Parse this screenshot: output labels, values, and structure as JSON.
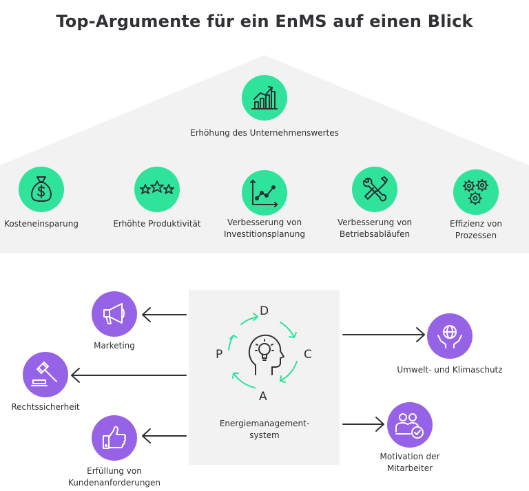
{
  "title": "Top-Argumente für ein EnMS auf einen Blick",
  "roof": {
    "label": "Erhöhung des Unternehmenswertes",
    "icon": "growth-chart-icon",
    "color": "#2fe39b",
    "background": "#f2f2f2"
  },
  "pillars": [
    {
      "icon": "money-bag-icon",
      "lines": [
        "Kosteneinsparung"
      ]
    },
    {
      "icon": "stars-icon",
      "lines": [
        "Erhöhte Produktivität"
      ]
    },
    {
      "icon": "line-chart-icon",
      "lines": [
        "Verbesserung von",
        "Investitionsplanung"
      ]
    },
    {
      "icon": "tools-icon",
      "lines": [
        "Verbesserung von",
        "Betriebsabläufen"
      ]
    },
    {
      "icon": "gears-icon",
      "lines": [
        "Effizienz von",
        "Prozessen"
      ]
    }
  ],
  "pdca": {
    "letters": {
      "d": "D",
      "c": "C",
      "a": "A",
      "p": "P"
    },
    "center_icon": "head-lightbulb-icon",
    "label_lines": [
      "Energiemanagement-",
      "system"
    ]
  },
  "left_benefits": [
    {
      "icon": "megaphone-icon",
      "lines": [
        "Marketing"
      ]
    },
    {
      "icon": "gavel-icon",
      "lines": [
        "Rechtssicherheit"
      ]
    },
    {
      "icon": "thumbs-up-icon",
      "lines": [
        "Erfüllung von",
        "Kundenanforderungen"
      ]
    }
  ],
  "right_benefits": [
    {
      "icon": "globe-hands-icon",
      "lines": [
        "Umwelt- und Klimaschutz"
      ]
    },
    {
      "icon": "team-check-icon",
      "lines": [
        "Motivation der",
        "Mitarbeiter"
      ]
    }
  ],
  "colors": {
    "green": "#2fe39b",
    "purple": "#9763e6",
    "arrow": "#2d2f33",
    "text": "#2d2f33"
  }
}
